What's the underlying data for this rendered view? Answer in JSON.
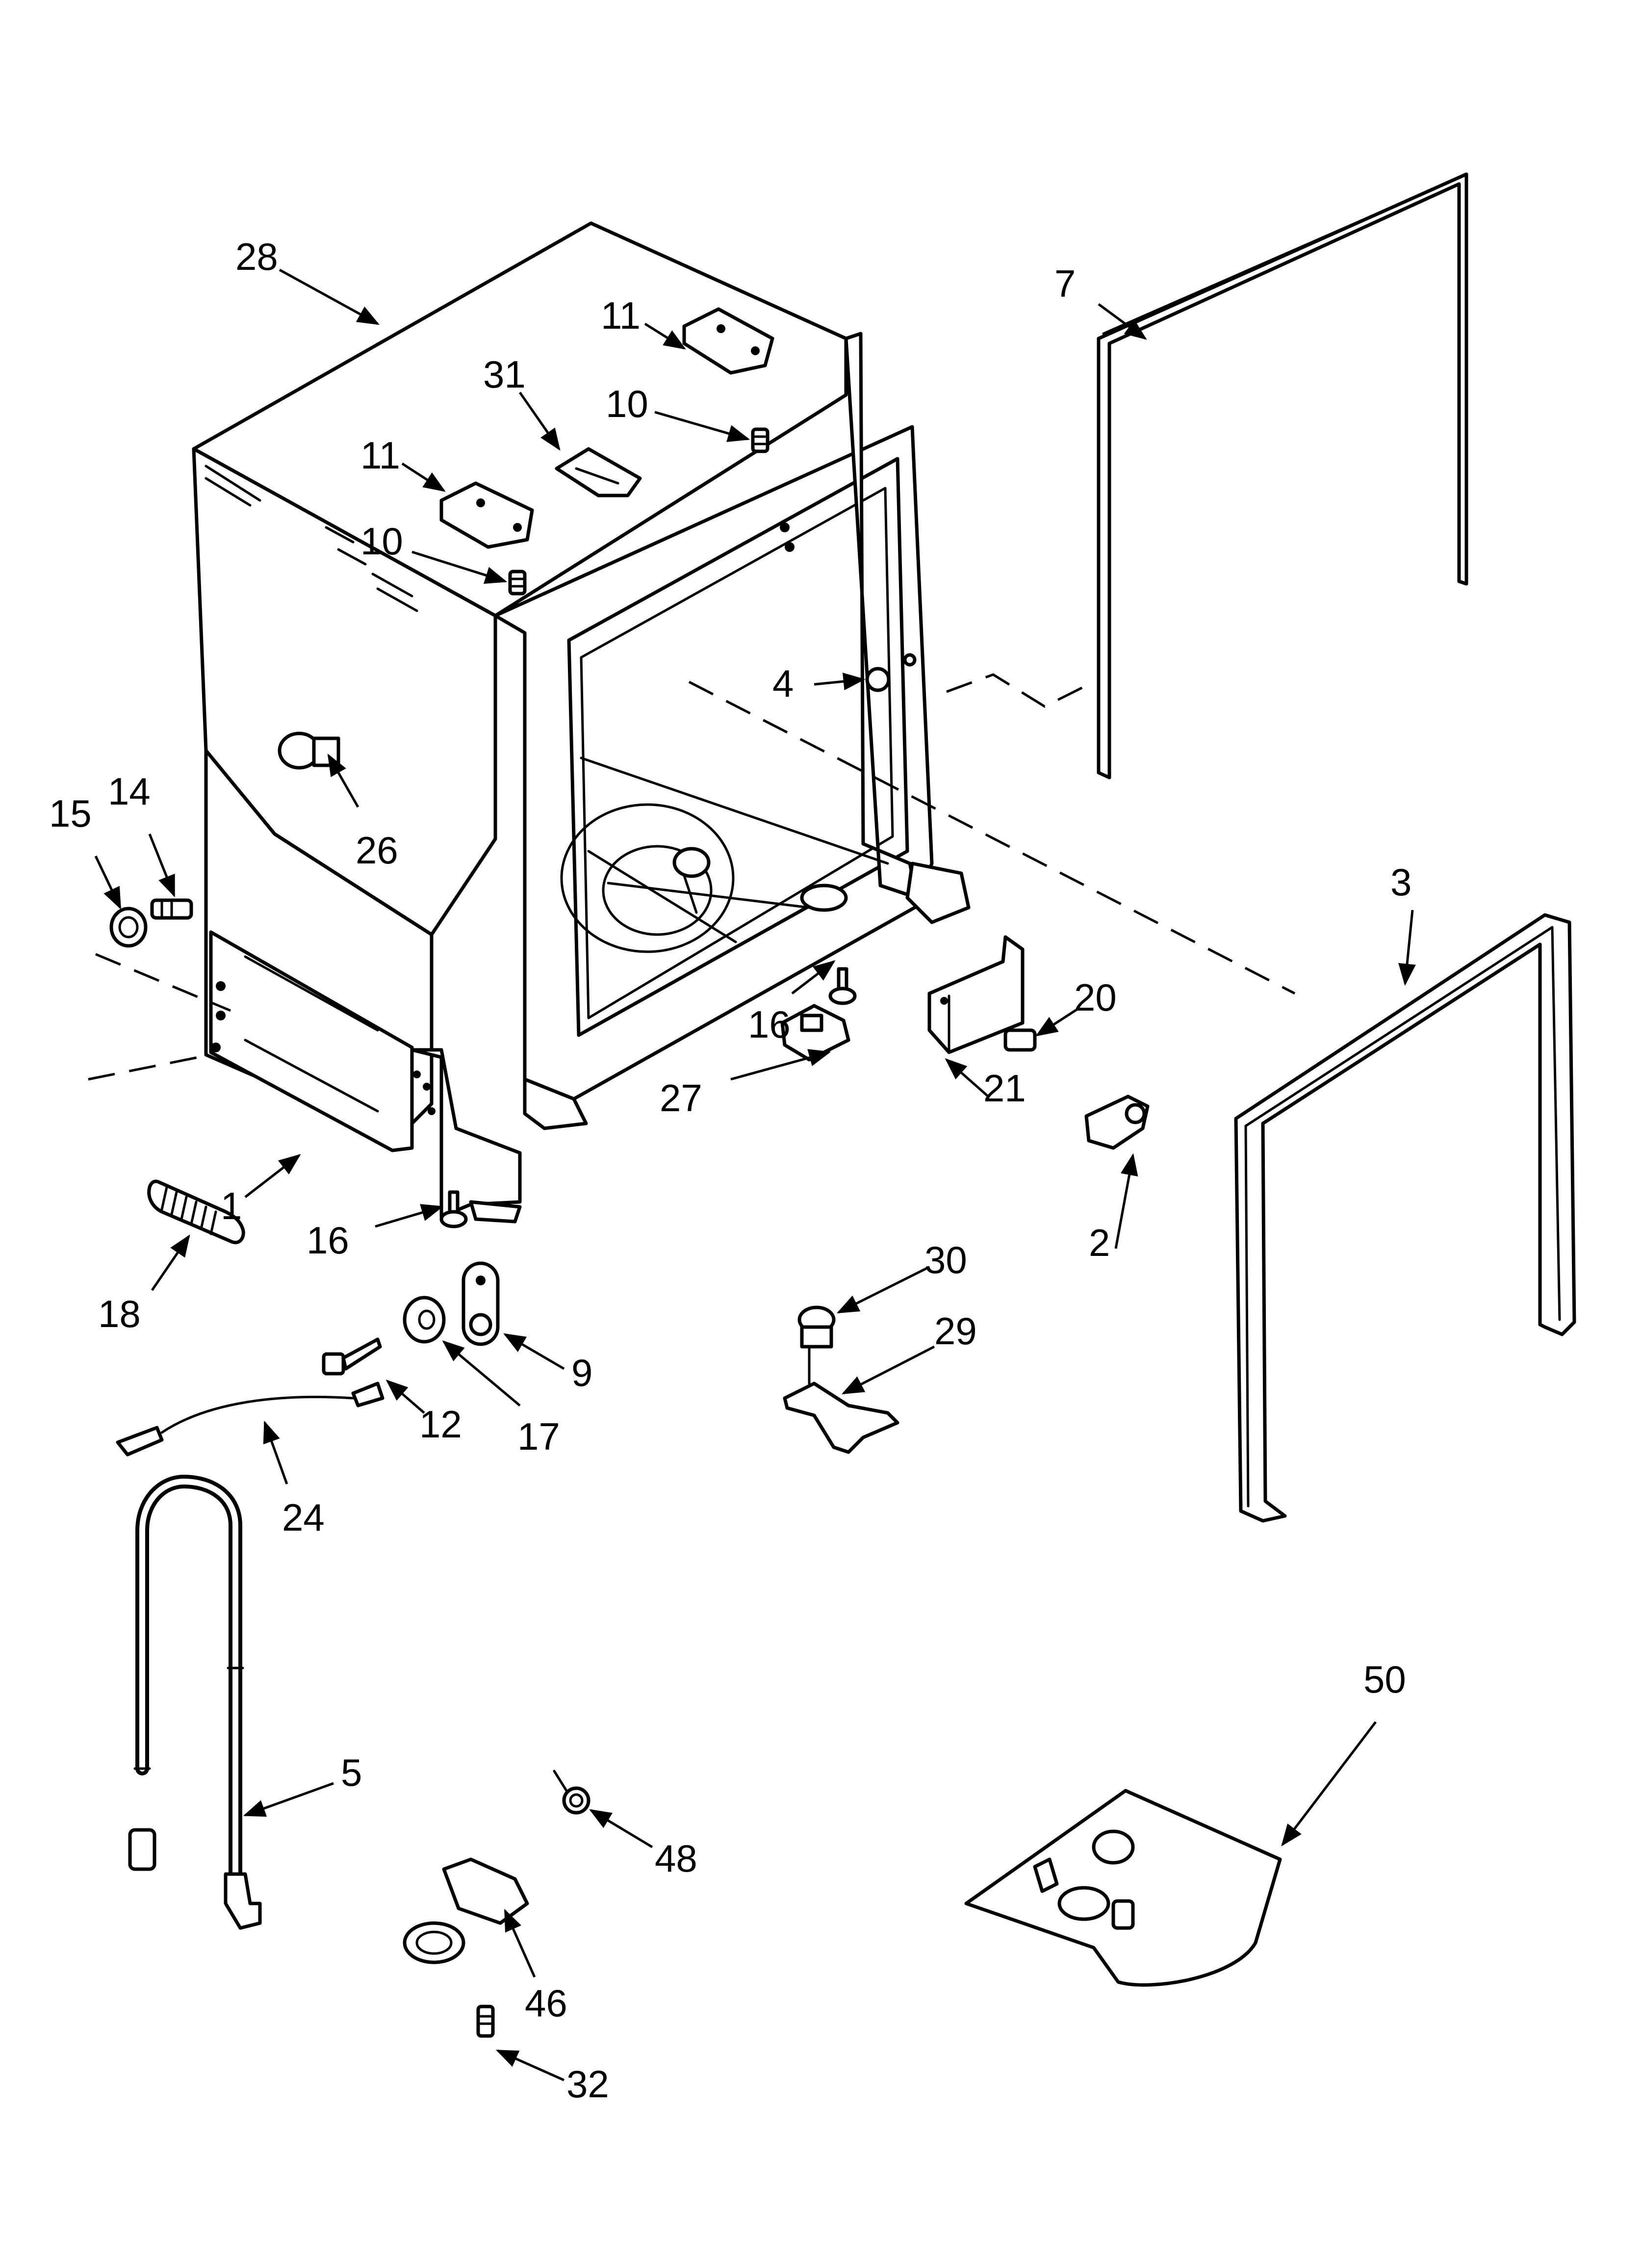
{
  "diagram": {
    "callouts": [
      {
        "id": "28",
        "label": "28"
      },
      {
        "id": "7",
        "label": "7"
      },
      {
        "id": "11a",
        "label": "11"
      },
      {
        "id": "31",
        "label": "31"
      },
      {
        "id": "10a",
        "label": "10"
      },
      {
        "id": "11b",
        "label": "11"
      },
      {
        "id": "10b",
        "label": "10"
      },
      {
        "id": "4",
        "label": "4"
      },
      {
        "id": "26",
        "label": "26"
      },
      {
        "id": "15",
        "label": "15"
      },
      {
        "id": "14",
        "label": "14"
      },
      {
        "id": "3",
        "label": "3"
      },
      {
        "id": "16a",
        "label": "16"
      },
      {
        "id": "20",
        "label": "20"
      },
      {
        "id": "27",
        "label": "27"
      },
      {
        "id": "21",
        "label": "21"
      },
      {
        "id": "1",
        "label": "1"
      },
      {
        "id": "2",
        "label": "2"
      },
      {
        "id": "16b",
        "label": "16"
      },
      {
        "id": "18",
        "label": "18"
      },
      {
        "id": "30",
        "label": "30"
      },
      {
        "id": "9",
        "label": "9"
      },
      {
        "id": "29",
        "label": "29"
      },
      {
        "id": "12",
        "label": "12"
      },
      {
        "id": "17",
        "label": "17"
      },
      {
        "id": "24",
        "label": "24"
      },
      {
        "id": "50",
        "label": "50"
      },
      {
        "id": "5",
        "label": "5"
      },
      {
        "id": "48",
        "label": "48"
      },
      {
        "id": "46",
        "label": "46"
      },
      {
        "id": "32",
        "label": "32"
      }
    ]
  }
}
